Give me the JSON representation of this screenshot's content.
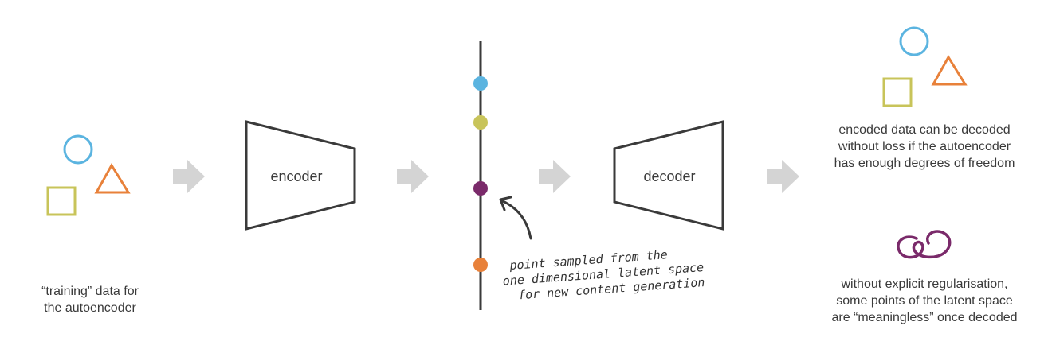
{
  "colors": {
    "circle": "#5bb4e0",
    "triangle": "#e8813a",
    "square": "#c8c45a",
    "purple": "#7a2a6a",
    "arrow": "#d4d4d4",
    "stroke": "#3a3a3a"
  },
  "input": {
    "caption_line1": "“training” data for",
    "caption_line2": "the autoencoder"
  },
  "encoder": {
    "label": "encoder"
  },
  "decoder": {
    "label": "decoder"
  },
  "latent": {
    "annotation_line1": "point sampled from the",
    "annotation_line2": "one dimensional latent space",
    "annotation_line3": "for new content generation"
  },
  "output_top": {
    "caption_line1": "encoded data can be decoded",
    "caption_line2": "without loss if the autoencoder",
    "caption_line3": "has enough degrees of freedom"
  },
  "output_bottom": {
    "caption_line1": "without explicit regularisation,",
    "caption_line2": "some points of the latent space",
    "caption_line3": "are “meaningless” once decoded"
  }
}
